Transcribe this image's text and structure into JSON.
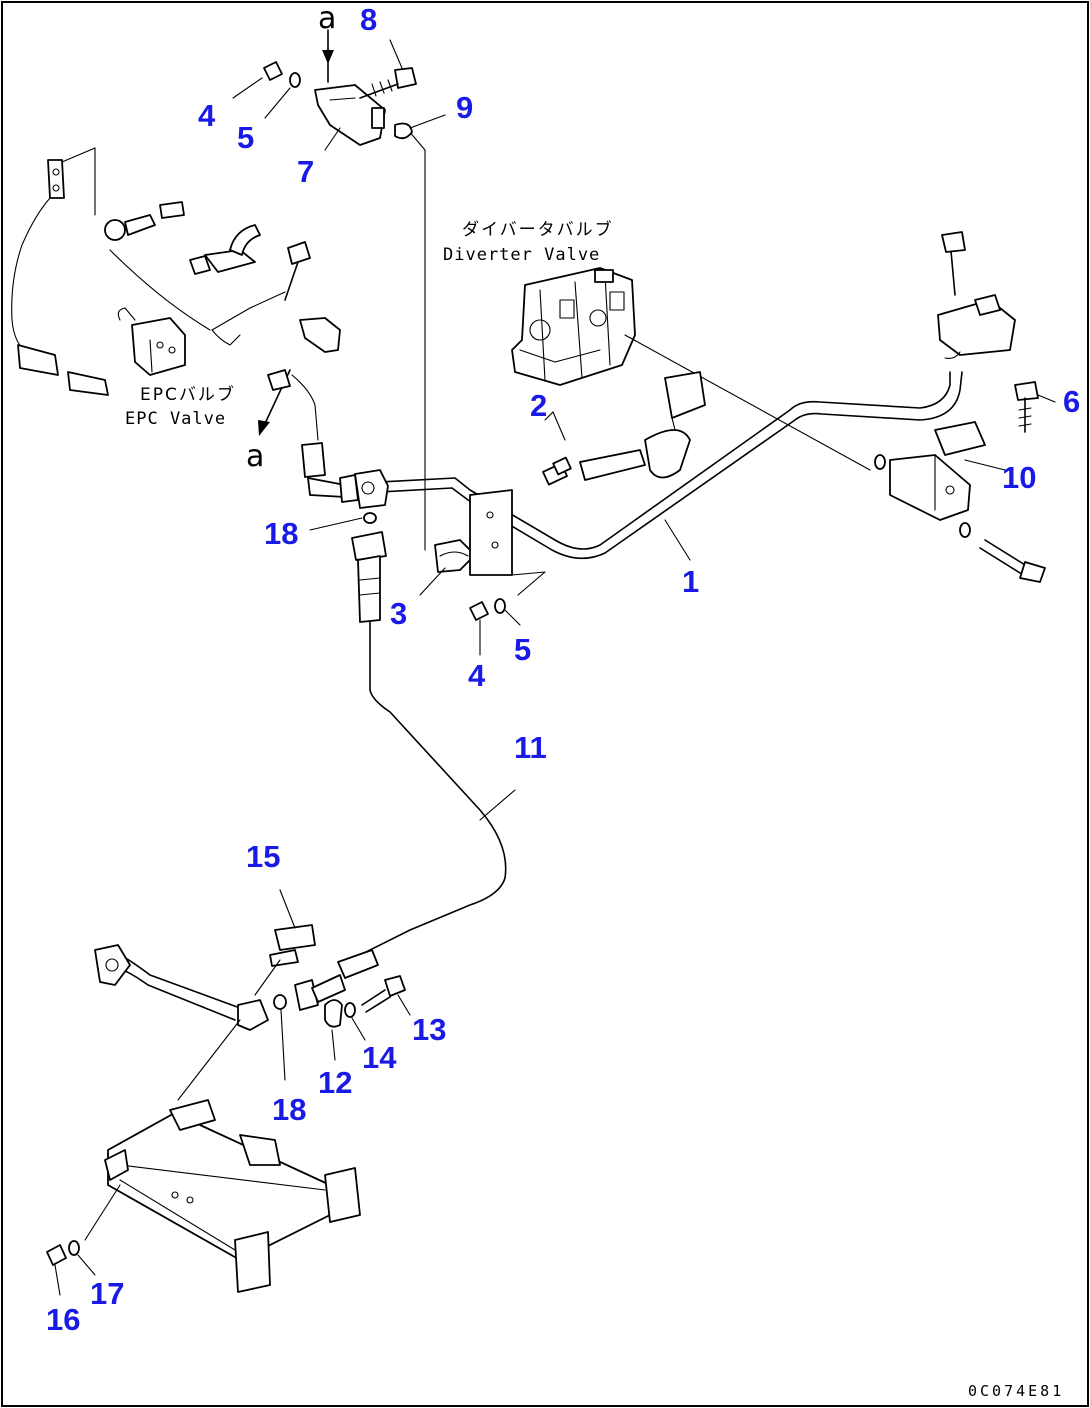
{
  "diagram": {
    "labels": {
      "diverter_valve_jp": "ダイバータバルブ",
      "diverter_valve_en": "Diverter Valve",
      "epc_valve_jp": "EPCバルブ",
      "epc_valve_en": "EPC Valve",
      "ref_a_top": "a",
      "ref_a_mid": "a",
      "drawing_code": "0C074E81"
    },
    "callouts": {
      "c1": "1",
      "c2": "2",
      "c3": "3",
      "c4a": "4",
      "c4b": "4",
      "c5a": "5",
      "c5b": "5",
      "c6": "6",
      "c7": "7",
      "c8": "8",
      "c9": "9",
      "c10": "10",
      "c11": "11",
      "c12": "12",
      "c13": "13",
      "c14": "14",
      "c15": "15",
      "c16": "16",
      "c17": "17",
      "c18a": "18",
      "c18b": "18"
    },
    "colors": {
      "callout": "#1a1ae6",
      "line": "#000000",
      "background": "#ffffff"
    }
  }
}
